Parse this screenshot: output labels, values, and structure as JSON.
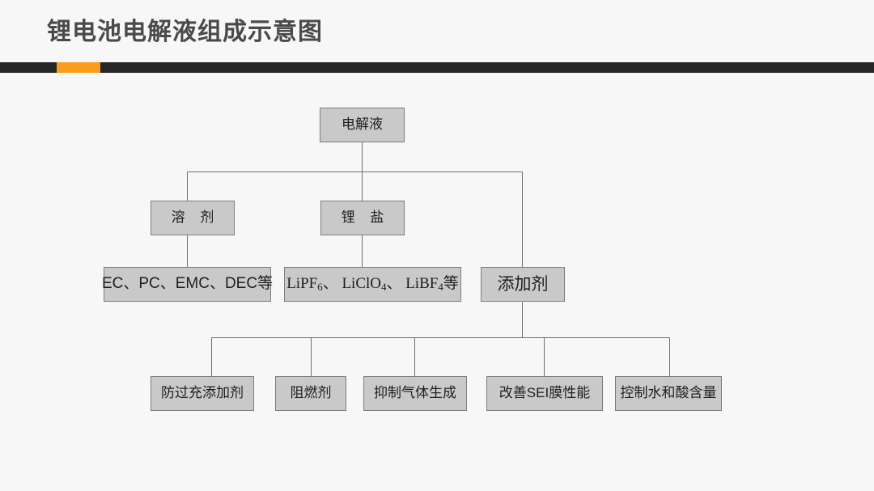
{
  "header": {
    "title": "锂电池电解液组成示意图",
    "accent_color": "#f99d1c",
    "rule_color": "#262626"
  },
  "theme": {
    "background": "#f7f7f7",
    "node_fill": "#c9c9c9",
    "node_border": "#7d7d7d",
    "connector_color": "#6e6e6e",
    "text_color": "#1e1e1e"
  },
  "diagram": {
    "type": "tree",
    "root": {
      "id": "root",
      "label": "电解液"
    },
    "level2": [
      {
        "id": "solvent",
        "label": "溶 剂"
      },
      {
        "id": "lithium-salt",
        "label": "锂 盐"
      },
      {
        "id": "additive",
        "label": "添加剂"
      }
    ],
    "level3": [
      {
        "id": "solvent-items",
        "label": "EC、PC、EMC、DEC等",
        "parent": "solvent"
      },
      {
        "id": "salt-items",
        "label": "LiPF6、LiClO4、LiBF4等",
        "parent": "lithium-salt"
      }
    ],
    "additives": [
      {
        "id": "anti-overcharge",
        "label": "防过充添加剂"
      },
      {
        "id": "flame-retardant",
        "label": "阻燃剂"
      },
      {
        "id": "gas-suppression",
        "label": "抑制气体生成"
      },
      {
        "id": "sei-film",
        "label": "改善SEI膜性能"
      },
      {
        "id": "water-acid-control",
        "label": "控制水和酸含量"
      }
    ]
  }
}
